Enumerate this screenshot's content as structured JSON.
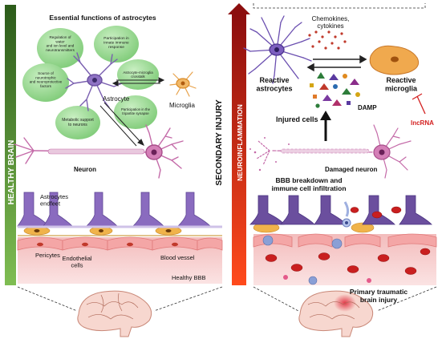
{
  "left_bar": {
    "label": "HEALTHY BRAIN",
    "color": "#2e5e1b"
  },
  "center_bar": {
    "label_main": "SECONDARY INJURY",
    "label_sub": "NEUROINFLAMMATION"
  },
  "essential": {
    "title": "Essential functions of astrocytes",
    "bubbles": [
      "Regulation of\nwater\nand ion level and\nneurotransmitters",
      "Participation in\ninnate immune\nresponse",
      "Source of\nneurotrophic\nand neuroprotective\nfactors",
      "Astrocyte-microglia\ncrosstalk",
      "Participation in the\ntripartite synapse",
      "Metabolic support\nto neurons"
    ]
  },
  "labels_left": {
    "astrocyte": "Astrocyte",
    "microglia": "Microglia",
    "neuron": "Neuron",
    "endfeet": "Astrocytes\nendfeet",
    "pericytes": "Pericytes",
    "endothelial": "Endothelial\ncells",
    "blood_vessel": "Blood vessel",
    "healthy_bbb": "Healthy BBB"
  },
  "labels_right": {
    "chemokines": "Chemokines,\ncytokines",
    "reactive_astrocytes": "Reactive\nastrocytes",
    "reactive_microglia": "Reactive\nmicroglia",
    "lncrna": "lncRNA",
    "damp": "DAMP",
    "injured_cells": "Injured  cells",
    "damaged_neuron": "Damaged neuron",
    "bbb_breakdown": "BBB breakdown and\nimmune cell infiltration",
    "primary_injury": "Primary traumatic\nbrain injury"
  },
  "colors": {
    "bubble_fill": "#9fd89a",
    "astrocyte": "#7a5fb0",
    "neuron": "#c46aa8",
    "microglia": "#e8a24a",
    "blood_vessel": "#f6c9c9",
    "lncrna": "#d32020"
  }
}
